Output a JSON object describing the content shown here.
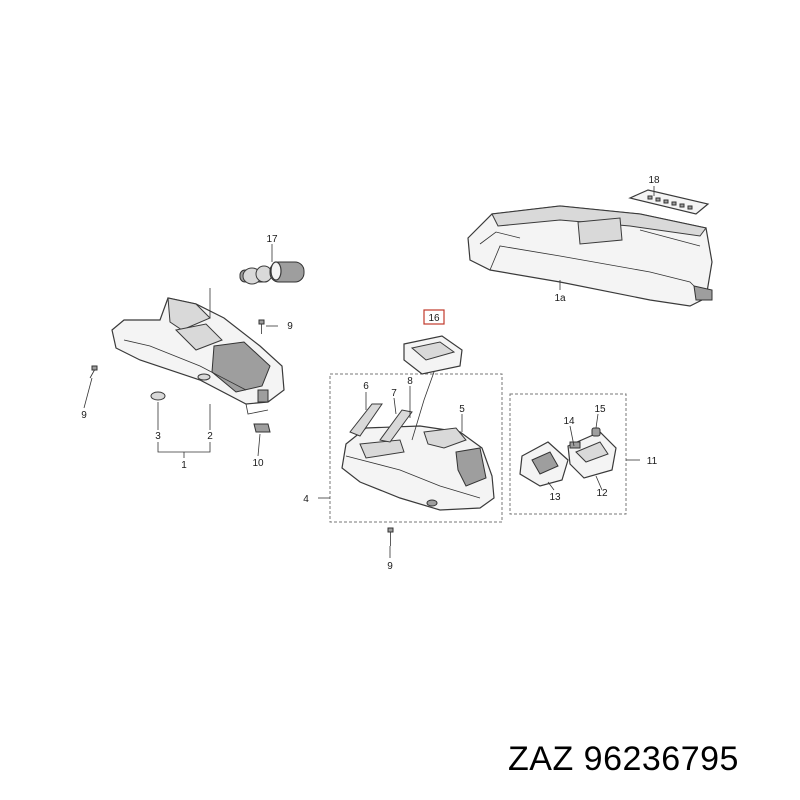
{
  "callouts": {
    "c1": "1",
    "c1a": "1a",
    "c2": "2",
    "c3": "3",
    "c4": "4",
    "c5": "5",
    "c6": "6",
    "c7": "7",
    "c8": "8",
    "c9a": "9",
    "c9b": "9",
    "c9c": "9",
    "c10": "10",
    "c11": "11",
    "c12": "12",
    "c13": "13",
    "c14": "14",
    "c15": "15",
    "c16": "16",
    "c17": "17",
    "c18": "18"
  },
  "caption": "ZAZ 96236795",
  "colors": {
    "highlight": "#c0392b",
    "line": "#333333"
  }
}
